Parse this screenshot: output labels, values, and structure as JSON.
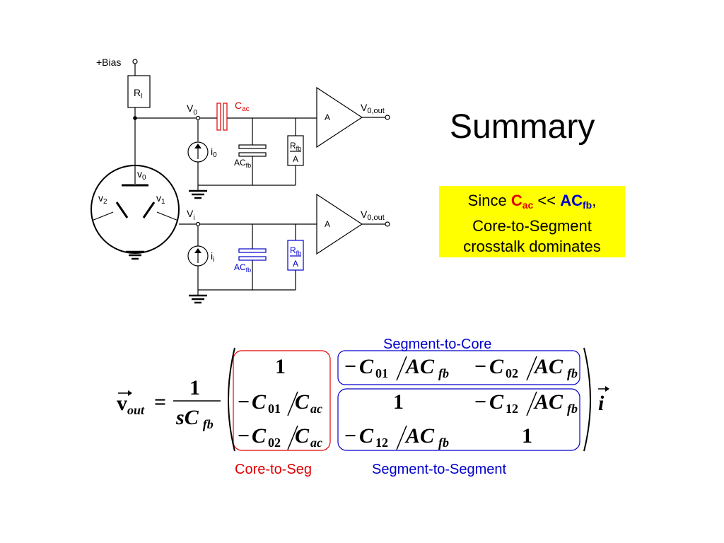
{
  "slide": {
    "title": "Summary",
    "note": {
      "line1_prefix": "Since ",
      "cac_main": "C",
      "cac_sub": "ac",
      "mid": " << ",
      "acfb_main": "AC",
      "acfb_sub": "fb",
      "line1_suffix": ",",
      "line2": "Core-to-Segment",
      "line3": "crosstalk dominates",
      "bg_color": "#ffff00"
    }
  },
  "circuit": {
    "bias": "+Bias",
    "rl_main": "R",
    "rl_sub": "l",
    "cac_main": "C",
    "cac_sub": "ac",
    "v0_node_main": "V",
    "v0_node_sub": "0",
    "vi_node_main": "V",
    "vi_node_sub": "i",
    "i0_main": "i",
    "i0_sub": "0",
    "ii_main": "i",
    "ii_sub": "i",
    "acfb_main": "AC",
    "acfb_sub": "fb",
    "rfb_main": "R",
    "rfb_sub": "fb",
    "rfb_den": "A",
    "amp": "A",
    "vout_main": "V",
    "vout_sub": "0,out",
    "detector_v0_main": "v",
    "detector_v0_sub": "0",
    "detector_v1_main": "v",
    "detector_v1_sub": "1",
    "detector_v2_main": "v",
    "detector_v2_sub": "2",
    "red_color": "#e00000",
    "blue_color": "#0000cc"
  },
  "equation": {
    "lhs_main": "v",
    "lhs_sub": "out",
    "equals": "=",
    "frac_num": "1",
    "frac_den_s": "s",
    "frac_den_c": "C",
    "frac_den_sub": "fb",
    "rhs": "i",
    "label_top": "Segment-to-Core",
    "label_left": "Core-to-Seg",
    "label_right": "Segment-to-Segment",
    "minus": "−",
    "c": "C",
    "ac": "AC",
    "sub_01": "01",
    "sub_02": "02",
    "sub_12": "12",
    "sub_ac": "ac",
    "sub_fb": "fb",
    "one": "1"
  }
}
